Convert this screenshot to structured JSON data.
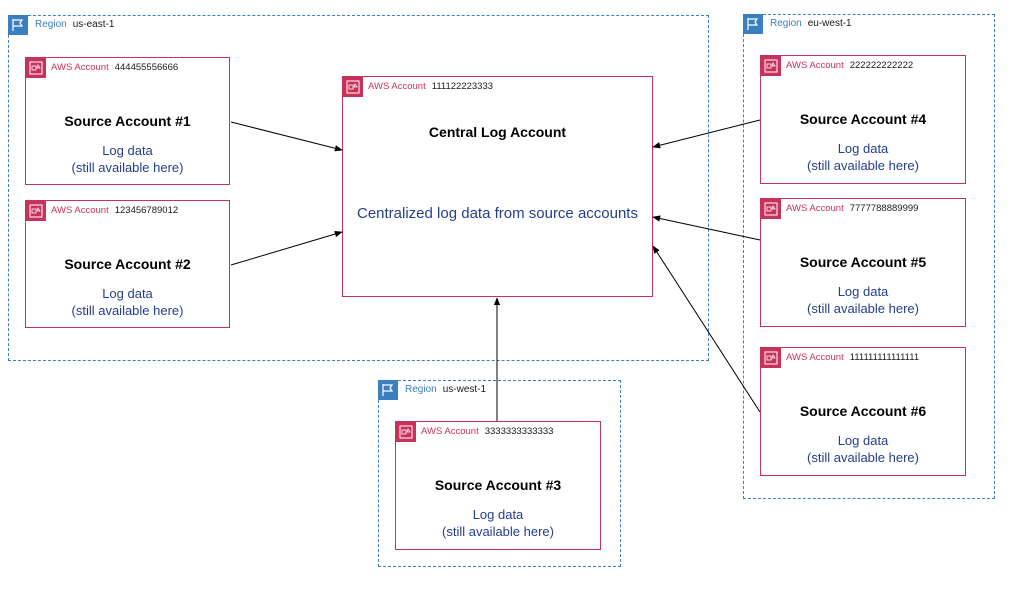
{
  "regions": {
    "east": {
      "label": "Region",
      "name": "us-east-1"
    },
    "west": {
      "label": "Region",
      "name": "us-west-1"
    },
    "eu": {
      "label": "Region",
      "name": "eu-west-1"
    }
  },
  "accounts": {
    "central": {
      "type": "AWS Account",
      "number": "111122223333",
      "title": "Central Log Account",
      "data": "Centralized log data from source accounts"
    },
    "s1": {
      "type": "AWS Account",
      "number": "444455556666",
      "title": "Source Account #1",
      "data1": "Log data",
      "data2": "(still available here)"
    },
    "s2": {
      "type": "AWS Account",
      "number": "123456789012",
      "title": "Source Account #2",
      "data1": "Log data",
      "data2": "(still available here)"
    },
    "s3": {
      "type": "AWS Account",
      "number": "3333333333333",
      "title": "Source Account #3",
      "data1": "Log data",
      "data2": "(still available here)"
    },
    "s4": {
      "type": "AWS Account",
      "number": "222222222222",
      "title": "Source Account #4",
      "data1": "Log data",
      "data2": "(still available here)"
    },
    "s5": {
      "type": "AWS Account",
      "number": "7777788889999",
      "title": "Source Account #5",
      "data1": "Log data",
      "data2": "(still available here)"
    },
    "s6": {
      "type": "AWS Account",
      "number": "111111111111111",
      "title": "Source Account #6",
      "data1": "Log data",
      "data2": "(still available here)"
    }
  },
  "colors": {
    "region": "#3a7fbf",
    "account": "#c8325a",
    "log_text": "#243e8c"
  },
  "icons": {
    "region": "flag-icon",
    "account": "aws-account-icon"
  }
}
